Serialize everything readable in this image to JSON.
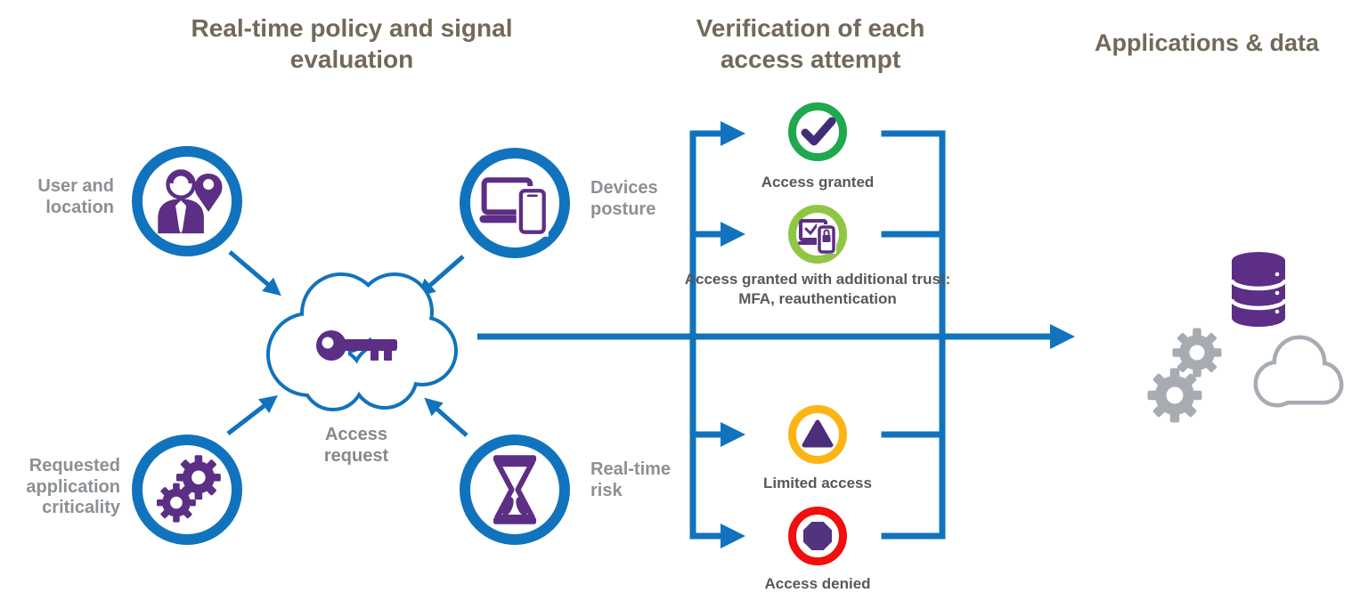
{
  "titles": {
    "policy": "Real-time policy and signal evaluation",
    "verification": "Verification of each access attempt",
    "applications": "Applications & data"
  },
  "signals": [
    {
      "label": "User and location",
      "icon": "user-location-icon"
    },
    {
      "label": "Devices posture",
      "icon": "devices-posture-icon"
    },
    {
      "label": "Requested application criticality",
      "icon": "application-gears-icon"
    },
    {
      "label": "Real-time risk",
      "icon": "hourglass-icon"
    }
  ],
  "hub": {
    "label": "Access request",
    "icon": "key-cloud-icon"
  },
  "outcomes": [
    {
      "label": "Access granted",
      "icon": "check-icon",
      "ring_color": "#1FA84D"
    },
    {
      "label": "Access granted with additional trust: MFA, reauthentication",
      "icon": "mfa-devices-icon",
      "ring_color": "#90C645"
    },
    {
      "label": "Limited access",
      "icon": "warning-triangle-icon",
      "ring_color": "#FDB515"
    },
    {
      "label": "Access denied",
      "icon": "stop-octagon-icon",
      "ring_color": "#F10E0E"
    }
  ],
  "destination": {
    "icons": [
      "database-icon",
      "gears-icon",
      "cloud-icon"
    ]
  },
  "edges": [
    {
      "from": "user-location",
      "to": "access-request"
    },
    {
      "from": "devices-posture",
      "to": "access-request"
    },
    {
      "from": "requested-application-criticality",
      "to": "access-request"
    },
    {
      "from": "real-time-risk",
      "to": "access-request"
    },
    {
      "from": "access-request",
      "to": "applications-and-data"
    },
    {
      "from": "verification-branch",
      "to": "access-granted"
    },
    {
      "from": "verification-branch",
      "to": "access-granted-with-additional-trust"
    },
    {
      "from": "verification-branch",
      "to": "limited-access"
    },
    {
      "from": "verification-branch",
      "to": "access-denied"
    }
  ],
  "colors": {
    "arrow_blue": "#1173BD",
    "icon_purple": "#5C2E85",
    "check_purple": "#432C77",
    "title_brown": "#72695A",
    "signal_label_gray": "#8B9094",
    "outcome_label_gray": "#57585A",
    "destination_gray": "#A6ACB1",
    "granted_green": "#1FA84D",
    "mfa_light_green": "#90C645",
    "limited_yellow": "#FDB515",
    "denied_red": "#F10E0E"
  }
}
